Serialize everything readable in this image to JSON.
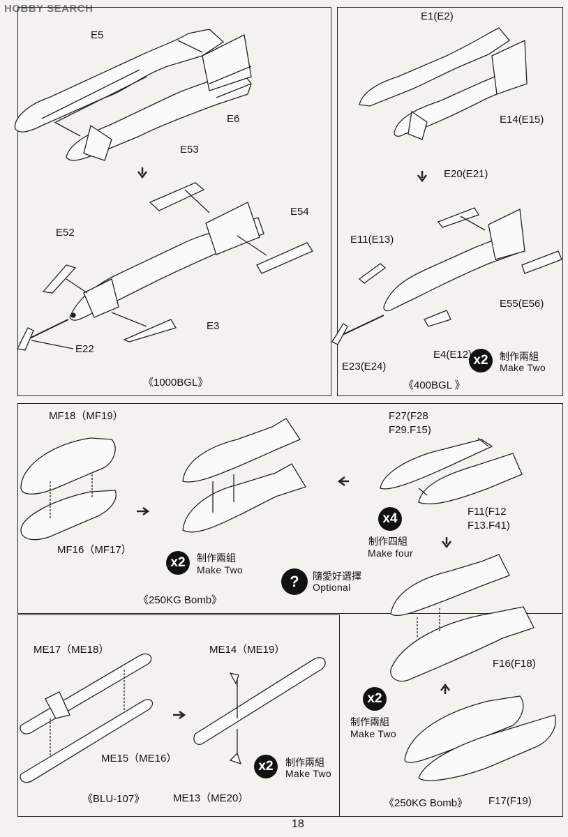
{
  "watermark": "HOBBY SEARCH",
  "page_number": "18",
  "panel_1000": {
    "labels": [
      "E5",
      "E6",
      "E53",
      "E54",
      "E52",
      "E3",
      "E22"
    ],
    "caption": "《1000BGL》"
  },
  "panel_400": {
    "labels": [
      "E1(E2)",
      "E14(E15)",
      "E20(E21)",
      "E11(E13)",
      "E55(E56)",
      "E4(E12)",
      "E23(E24)"
    ],
    "caption": "《400BGL 》",
    "badge": "x2",
    "zh": "制作兩組",
    "en": "Make Two"
  },
  "panel_250a": {
    "labels": [
      "MF18（MF19）",
      "MF16（MF17）"
    ],
    "caption": "《250KG Bomb》",
    "badge": "x2",
    "zh": "制作兩組",
    "en": "Make Two",
    "optional_zh": "隨愛好選擇",
    "optional_en": "Optional",
    "optional_icon": "?"
  },
  "panel_250b": {
    "labels": [
      "F27(F28",
      "F29.F15)",
      "F11(F12",
      "F13.F41)",
      "F16(F18)",
      "F17(F19)"
    ],
    "badge4": "x4",
    "zh4": "制作四組",
    "en4": "Make four",
    "badge": "x2",
    "zh": "制作兩組",
    "en": "Make Two",
    "caption": "《250KG Bomb》"
  },
  "panel_blu": {
    "labels": [
      "ME17（ME18）",
      "ME15（ME16）",
      "ME14（ME19）",
      "ME13（ME20）"
    ],
    "caption": "《BLU-107》",
    "badge": "x2",
    "zh": "制作兩組",
    "en": "Make Two"
  }
}
